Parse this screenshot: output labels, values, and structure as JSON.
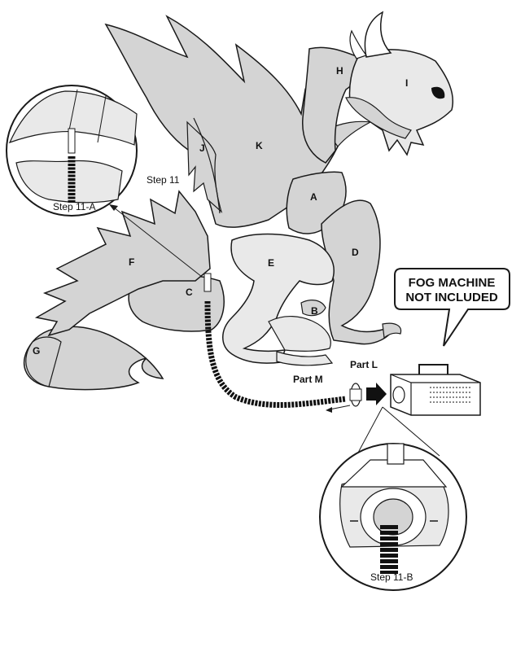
{
  "colors": {
    "fill": "#d4d4d4",
    "fill_light": "#e9e9e9",
    "stroke": "#1a1a1a",
    "hose": "#111111"
  },
  "labels": {
    "A": "A",
    "B": "B",
    "C": "C",
    "D": "D",
    "E": "E",
    "F": "F",
    "G": "G",
    "H": "H",
    "I": "I",
    "J": "J",
    "K": "K"
  },
  "steps": {
    "step11": "Step 11",
    "step11a": "Step 11-A",
    "step11b": "Step 11-B"
  },
  "parts": {
    "partL": "Part L",
    "partM": "Part M"
  },
  "callout": {
    "line1": "FOG MACHINE",
    "line2": "NOT INCLUDED"
  }
}
